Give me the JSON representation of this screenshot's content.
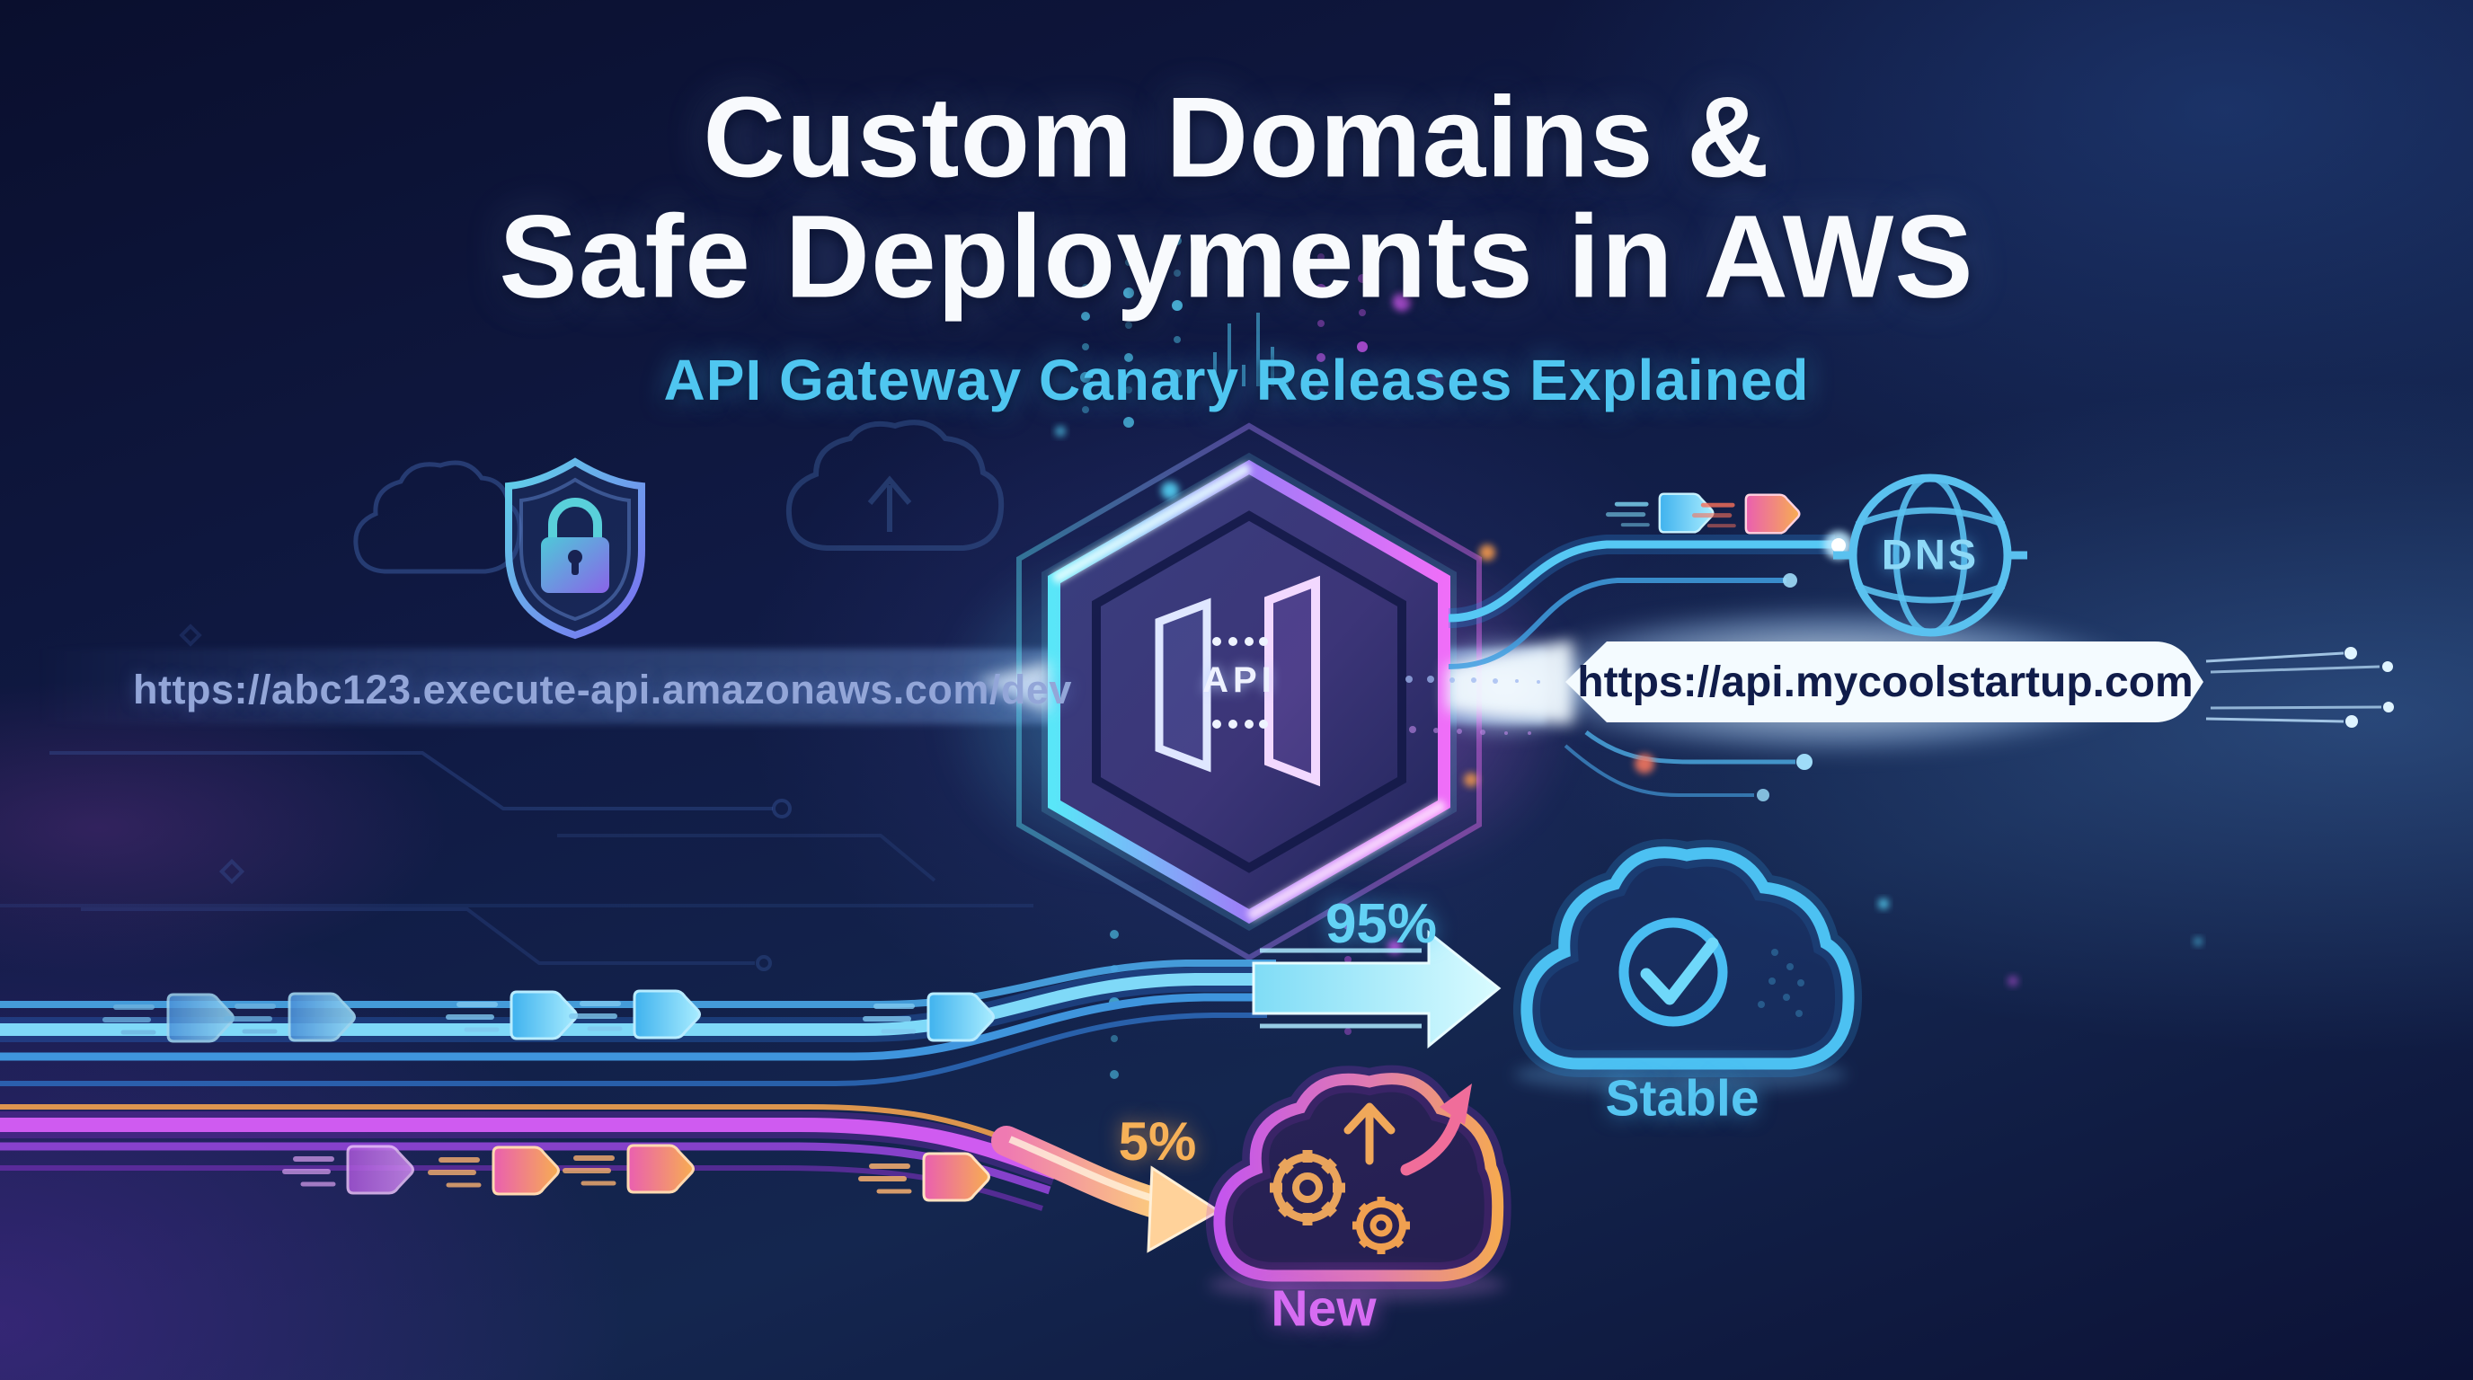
{
  "title": {
    "line1": "Custom Domains &",
    "line2": "Safe Deployments in AWS",
    "subtitle": "API Gateway Canary Releases Explained"
  },
  "urls": {
    "execute_api": "https://abc123.execute-api.amazonaws.com/dev",
    "custom_domain": "https://api.mycoolstartup.com"
  },
  "gateway": {
    "label": "API"
  },
  "dns": {
    "label": "DNS"
  },
  "traffic_split": {
    "stable": {
      "percent": "95%",
      "label": "Stable"
    },
    "canary": {
      "percent": "5%",
      "label": "New"
    }
  },
  "icons": [
    "api-gateway-hexagon-icon",
    "dns-globe-icon",
    "shield-lock-icon",
    "stable-cloud-check-icon",
    "new-cloud-gears-icon",
    "data-packet-icon",
    "cloud-upload-outline-icon"
  ],
  "colors": {
    "background": "#0c1238",
    "title_white": "#f8fafd",
    "accent_cyan": "#53c9f1",
    "accent_magenta": "#d45ef0",
    "accent_orange": "#f5a94e",
    "stable_blue": "#4cc1f2",
    "banner_text_navy": "#101c4a",
    "muted_url_blue": "#93a6d8"
  }
}
